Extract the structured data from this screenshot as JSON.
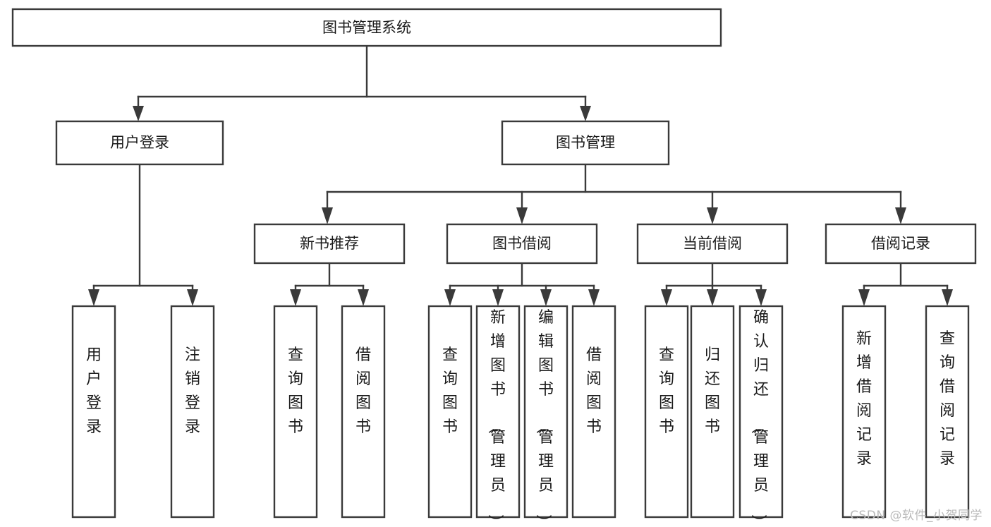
{
  "diagram": {
    "title": "图书管理系统",
    "watermark": "CSDN @软件_小贺同学",
    "type": "tree-hierarchy-diagram",
    "colors": {
      "box_stroke": "#3a3a3a",
      "box_fill": "#ffffff",
      "text": "#1a1a1a",
      "background": "#ffffff",
      "watermark": "#b9b9b9"
    },
    "root": {
      "id": "root",
      "label": "图书管理系统",
      "orientation": "horizontal"
    },
    "level2": [
      {
        "id": "user-login",
        "label": "用户登录",
        "orientation": "horizontal"
      },
      {
        "id": "book-manage",
        "label": "图书管理",
        "orientation": "horizontal"
      }
    ],
    "level3": [
      {
        "id": "new-book-recommend",
        "label": "新书推荐",
        "orientation": "horizontal",
        "parent": "book-manage"
      },
      {
        "id": "book-borrow",
        "label": "图书借阅",
        "orientation": "horizontal",
        "parent": "book-manage"
      },
      {
        "id": "current-borrow",
        "label": "当前借阅",
        "orientation": "horizontal",
        "parent": "book-manage"
      },
      {
        "id": "borrow-record",
        "label": "借阅记录",
        "orientation": "horizontal",
        "parent": "book-manage"
      }
    ],
    "leaves": [
      {
        "id": "leaf-user-login",
        "label": "用户登录",
        "parent": "user-login",
        "orientation": "vertical"
      },
      {
        "id": "leaf-logout-login",
        "label": "注销登录",
        "parent": "user-login",
        "orientation": "vertical"
      },
      {
        "id": "leaf-query-book-1",
        "label": "查询图书",
        "parent": "new-book-recommend",
        "orientation": "vertical"
      },
      {
        "id": "leaf-borrow-book-1",
        "label": "借阅图书",
        "parent": "new-book-recommend",
        "orientation": "vertical"
      },
      {
        "id": "leaf-query-book-2",
        "label": "查询图书",
        "parent": "book-borrow",
        "orientation": "vertical"
      },
      {
        "id": "leaf-add-book-admin",
        "label": "新增图书（管理员）",
        "parent": "book-borrow",
        "orientation": "vertical"
      },
      {
        "id": "leaf-edit-book-admin",
        "label": "编辑图书（管理员）",
        "parent": "book-borrow",
        "orientation": "vertical"
      },
      {
        "id": "leaf-borrow-book-2",
        "label": "借阅图书",
        "parent": "book-borrow",
        "orientation": "vertical"
      },
      {
        "id": "leaf-query-book-3",
        "label": "查询图书",
        "parent": "current-borrow",
        "orientation": "vertical"
      },
      {
        "id": "leaf-return-book",
        "label": "归还图书",
        "parent": "current-borrow",
        "orientation": "vertical"
      },
      {
        "id": "leaf-confirm-return-admin",
        "label": "确认归还（管理员）",
        "parent": "current-borrow",
        "orientation": "vertical"
      },
      {
        "id": "leaf-add-borrow-record",
        "label": "新增借阅记录",
        "parent": "borrow-record",
        "orientation": "vertical"
      },
      {
        "id": "leaf-query-borrow-record",
        "label": "查询借阅记录",
        "parent": "borrow-record",
        "orientation": "vertical"
      }
    ]
  }
}
